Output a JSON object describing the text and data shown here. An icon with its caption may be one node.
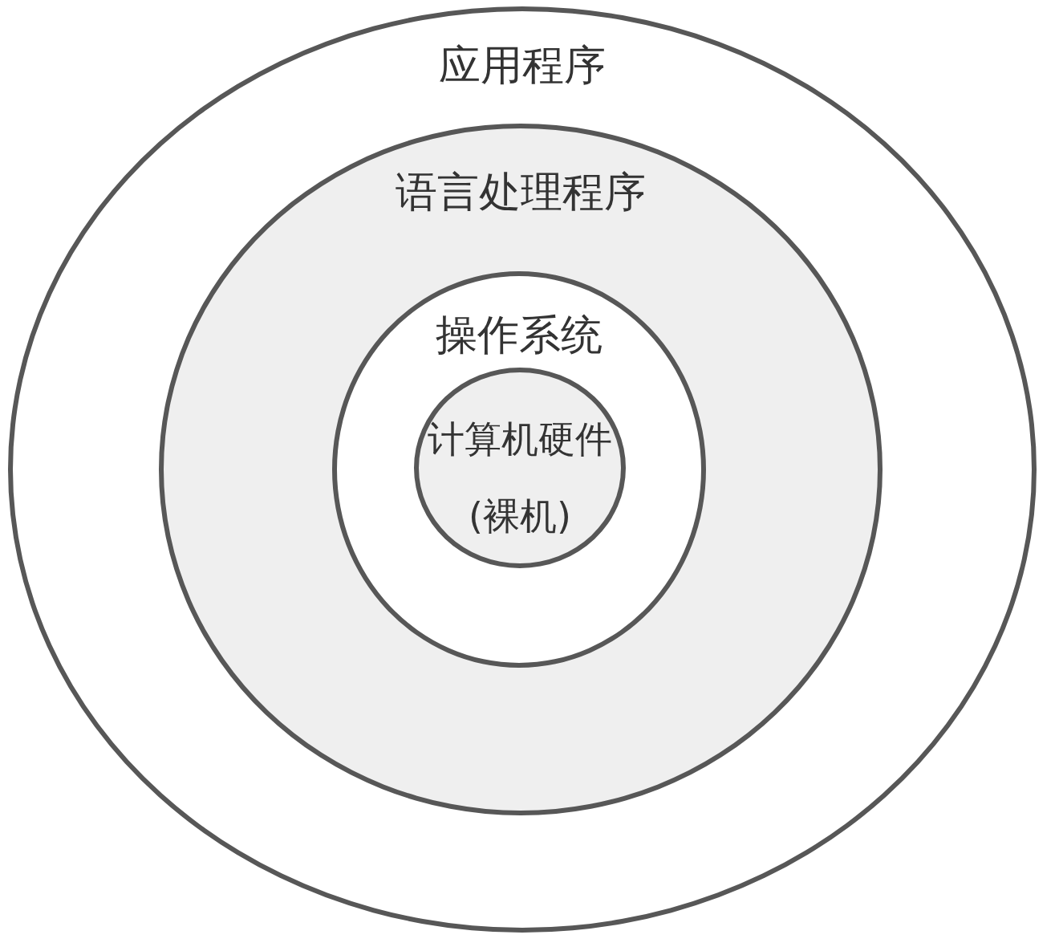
{
  "diagram": {
    "nodes": [
      {
        "text": [
          "应用程序"
        ]
      },
      {
        "text": [
          "语言处理程序"
        ],
        "in": 0
      },
      {
        "text": [
          "操作系统"
        ],
        "in": 1
      },
      {
        "text": [
          "计算机硬件(裸机)"
        ],
        "in": 2
      }
    ]
  }
}
